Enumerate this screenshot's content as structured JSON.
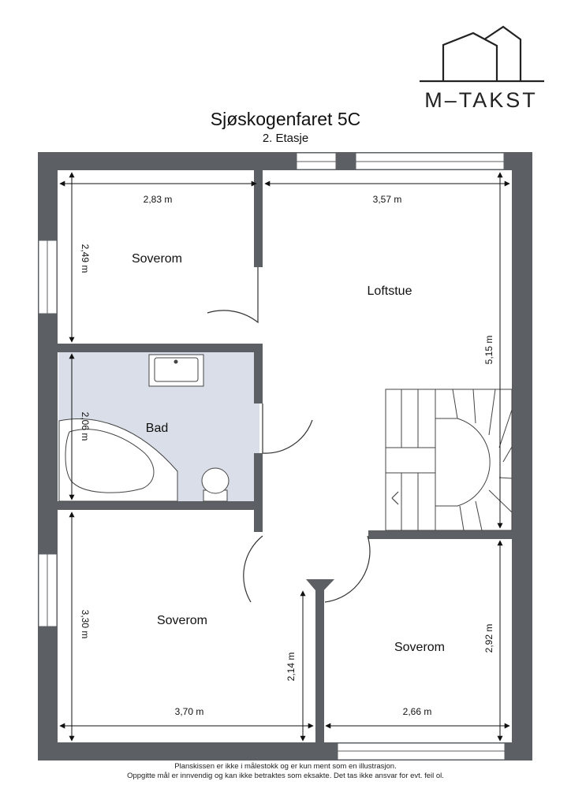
{
  "brand": {
    "logo_text": "M–TAKST"
  },
  "title": "Sjøskogenfaret 5C",
  "subtitle": "2. Etasje",
  "rooms": {
    "soverom_nw": "Soverom",
    "loftstue": "Loftstue",
    "bad": "Bad",
    "soverom_sw": "Soverom",
    "soverom_se": "Soverom"
  },
  "dimensions": {
    "nw_width": "2,83 m",
    "nw_height": "2,49 m",
    "loft_width": "3,57 m",
    "loft_height": "5,15 m",
    "bad_height": "2,06 m",
    "sw_height": "3,30 m",
    "sw_inner_height": "2,14 m",
    "sw_width": "3,70 m",
    "se_width": "2,66 m",
    "se_height": "2,92 m"
  },
  "colors": {
    "wall": "#5c5f63",
    "bathroom": "#d9dee8"
  },
  "footer": {
    "line1": "Planskissen er ikke i målestokk og er kun ment som en illustrasjon.",
    "line2": "Oppgitte mål er innvendig og kan ikke betraktes som eksakte. Det tas ikke ansvar for evt. feil ol."
  }
}
